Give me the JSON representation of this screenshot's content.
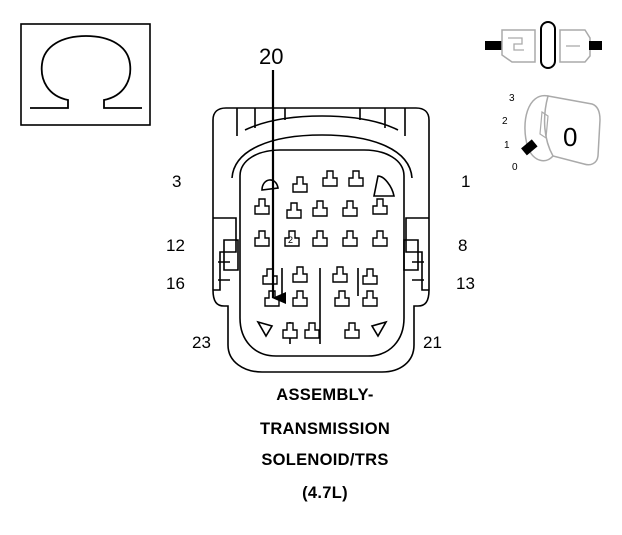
{
  "symbol": {
    "glyph": "Ω",
    "icon": "ohm-symbol-icon"
  },
  "callout": "20",
  "pins": {
    "p1": "1",
    "p3": "3",
    "p8": "8",
    "p12": "12",
    "p13": "13",
    "p16": "16",
    "p21": "21",
    "p23": "23",
    "small2": "2"
  },
  "key_icon": {
    "icon": "ignition-key-icon",
    "positions": [
      "3",
      "2",
      "1",
      "0"
    ],
    "current": "0"
  },
  "connector_icon": "disconnected-connector-icon",
  "caption": [
    "ASSEMBLY-",
    "TRANSMISSION",
    "SOLENOID/TRS",
    "(4.7L)"
  ]
}
